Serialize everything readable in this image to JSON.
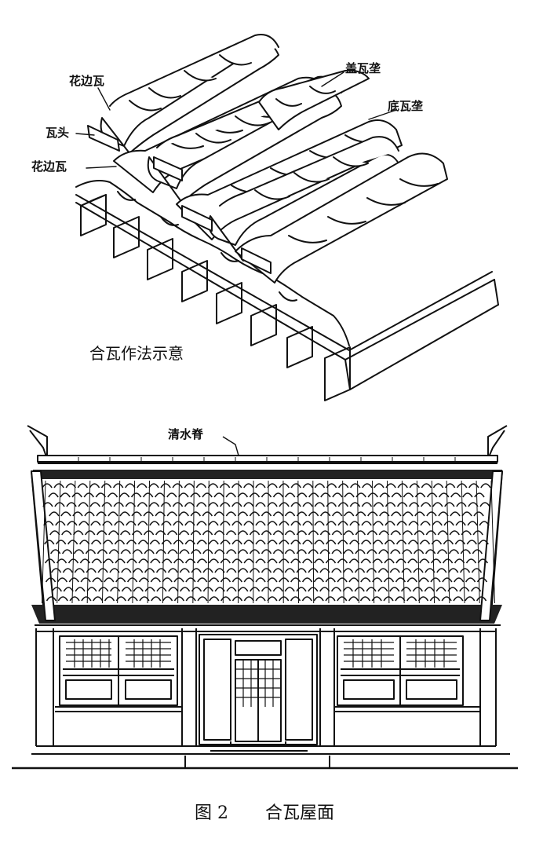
{
  "top_diagram": {
    "subtitle": "合瓦作法示意",
    "labels": {
      "huabianwa_top": "花边瓦",
      "watou": "瓦头",
      "huabianwa_bottom": "花边瓦",
      "gaiwalong": "盖瓦垄",
      "diwalong": "底瓦垄"
    }
  },
  "bottom_diagram": {
    "labels": {
      "qingshuiji": "清水脊"
    }
  },
  "caption": {
    "figure_number": "图 2",
    "title": "合瓦屋面"
  },
  "colors": {
    "ink": "#111111",
    "paper": "#ffffff"
  }
}
